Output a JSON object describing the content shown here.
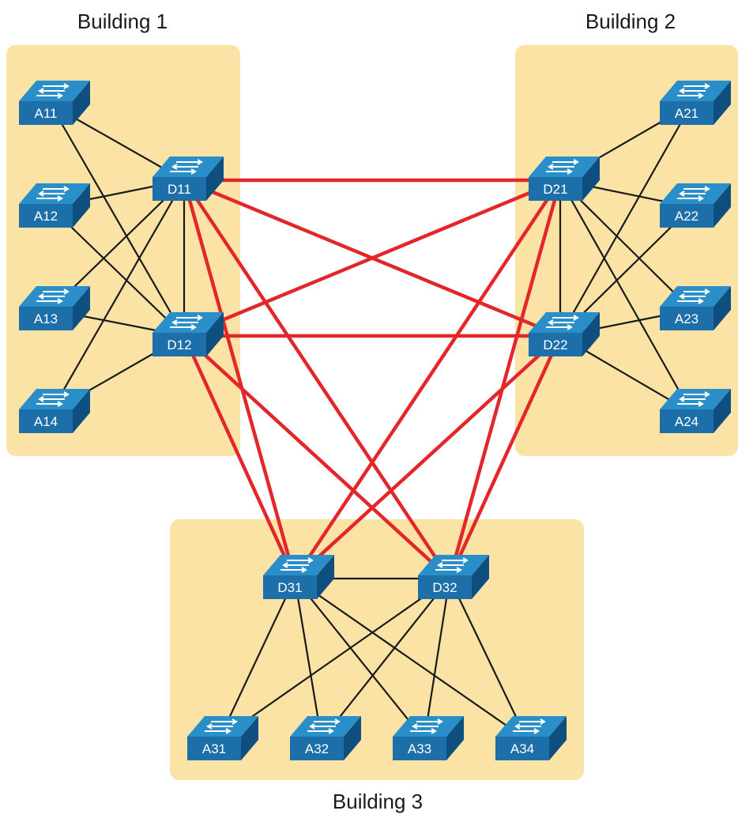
{
  "colors": {
    "building_fill": "#fbe3a5",
    "switch_top": "#2a8fc9",
    "switch_front": "#1c6fa8",
    "switch_side": "#0f4f80",
    "arrow": "#ffffff",
    "core_link": "#e3262a",
    "access_link": "#1a1a1a"
  },
  "buildings": {
    "b1": {
      "label": "Building 1"
    },
    "b2": {
      "label": "Building 2"
    },
    "b3": {
      "label": "Building 3"
    }
  },
  "switches": {
    "A11": {
      "label": "A11",
      "role": "access",
      "icon": "switch-icon"
    },
    "A12": {
      "label": "A12",
      "role": "access",
      "icon": "switch-icon"
    },
    "A13": {
      "label": "A13",
      "role": "access",
      "icon": "switch-icon"
    },
    "A14": {
      "label": "A14",
      "role": "access",
      "icon": "switch-icon"
    },
    "D11": {
      "label": "D11",
      "role": "distribution",
      "icon": "switch-icon"
    },
    "D12": {
      "label": "D12",
      "role": "distribution",
      "icon": "switch-icon"
    },
    "A21": {
      "label": "A21",
      "role": "access",
      "icon": "switch-icon"
    },
    "A22": {
      "label": "A22",
      "role": "access",
      "icon": "switch-icon"
    },
    "A23": {
      "label": "A23",
      "role": "access",
      "icon": "switch-icon"
    },
    "A24": {
      "label": "A24",
      "role": "access",
      "icon": "switch-icon"
    },
    "D21": {
      "label": "D21",
      "role": "distribution",
      "icon": "switch-icon"
    },
    "D22": {
      "label": "D22",
      "role": "distribution",
      "icon": "switch-icon"
    },
    "D31": {
      "label": "D31",
      "role": "distribution",
      "icon": "switch-icon"
    },
    "D32": {
      "label": "D32",
      "role": "distribution",
      "icon": "switch-icon"
    },
    "A31": {
      "label": "A31",
      "role": "access",
      "icon": "switch-icon"
    },
    "A32": {
      "label": "A32",
      "role": "access",
      "icon": "switch-icon"
    },
    "A33": {
      "label": "A33",
      "role": "access",
      "icon": "switch-icon"
    },
    "A34": {
      "label": "A34",
      "role": "access",
      "icon": "switch-icon"
    }
  },
  "links": {
    "access": [
      [
        "A11",
        "D11"
      ],
      [
        "A11",
        "D12"
      ],
      [
        "A12",
        "D11"
      ],
      [
        "A12",
        "D12"
      ],
      [
        "A13",
        "D11"
      ],
      [
        "A13",
        "D12"
      ],
      [
        "A14",
        "D11"
      ],
      [
        "A14",
        "D12"
      ],
      [
        "D11",
        "D12"
      ],
      [
        "A21",
        "D21"
      ],
      [
        "A21",
        "D22"
      ],
      [
        "A22",
        "D21"
      ],
      [
        "A22",
        "D22"
      ],
      [
        "A23",
        "D21"
      ],
      [
        "A23",
        "D22"
      ],
      [
        "A24",
        "D21"
      ],
      [
        "A24",
        "D22"
      ],
      [
        "D21",
        "D22"
      ],
      [
        "A31",
        "D31"
      ],
      [
        "A31",
        "D32"
      ],
      [
        "A32",
        "D31"
      ],
      [
        "A32",
        "D32"
      ],
      [
        "A33",
        "D31"
      ],
      [
        "A33",
        "D32"
      ],
      [
        "A34",
        "D31"
      ],
      [
        "A34",
        "D32"
      ],
      [
        "D31",
        "D32"
      ]
    ],
    "core": [
      [
        "D11",
        "D21"
      ],
      [
        "D11",
        "D22"
      ],
      [
        "D12",
        "D21"
      ],
      [
        "D12",
        "D22"
      ],
      [
        "D11",
        "D31"
      ],
      [
        "D11",
        "D32"
      ],
      [
        "D12",
        "D31"
      ],
      [
        "D12",
        "D32"
      ],
      [
        "D21",
        "D31"
      ],
      [
        "D21",
        "D32"
      ],
      [
        "D22",
        "D31"
      ],
      [
        "D22",
        "D32"
      ]
    ]
  }
}
